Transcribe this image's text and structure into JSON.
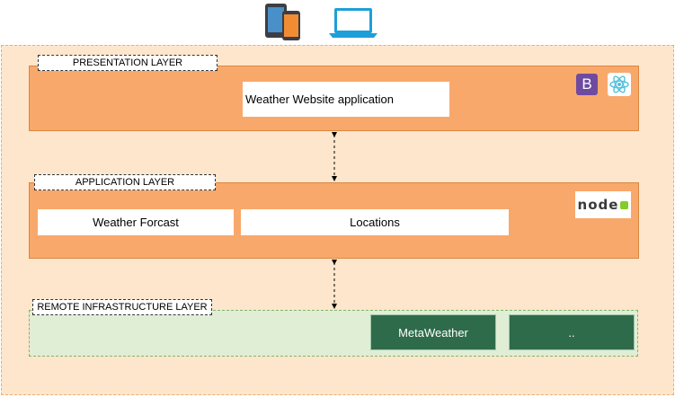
{
  "presentation": {
    "label": "PRESENTATION LAYER",
    "app_box": "Weather Website application",
    "badges": {
      "bootstrap": "B",
      "bootstrap_color": "#6f4ba0",
      "react_icon": "react-icon"
    }
  },
  "application": {
    "label": "APPLICATION LAYER",
    "boxes": [
      "Weather Forcast",
      "Locations"
    ],
    "badges": {
      "node_text": "node",
      "node_color": "#3a3a3a",
      "node_accent": "#83cd29"
    }
  },
  "remote": {
    "label": "REMOTE INFRASTRUCTURE LAYER",
    "services": [
      "MetaWeather",
      ".."
    ]
  },
  "devices": [
    "tablet-icon",
    "phone-icon",
    "laptop-icon"
  ],
  "colors": {
    "outer_bg": "#fee6cc",
    "layer_fill": "#f9a86b",
    "remote_fill": "#e0eed6",
    "service_fill": "#2e6b4a"
  }
}
